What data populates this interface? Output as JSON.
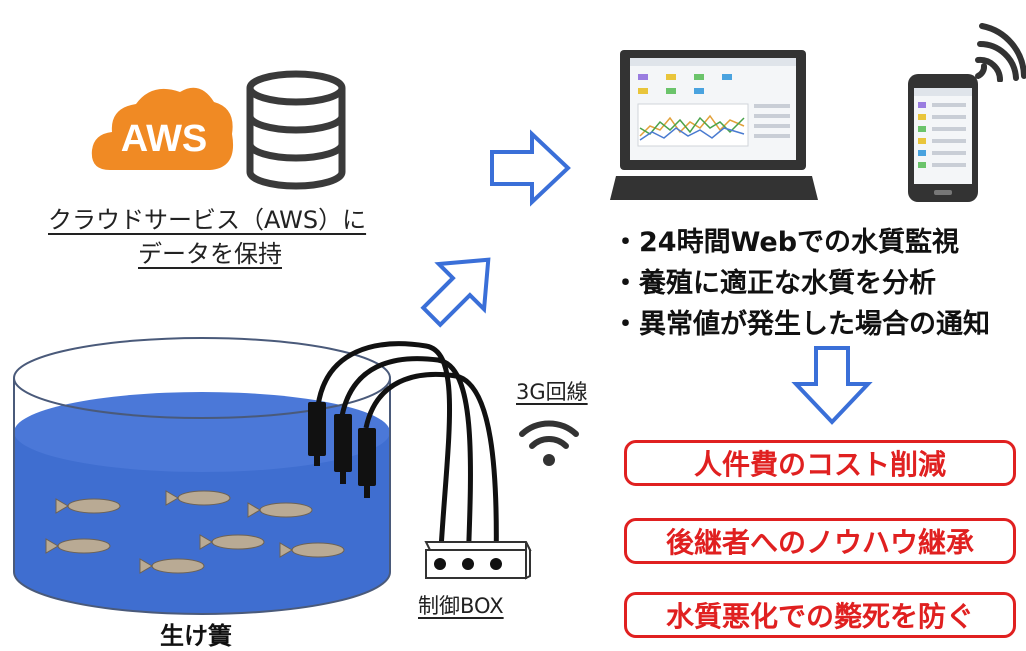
{
  "cloud": {
    "aws_logo_text": "AWS",
    "caption_line1": "クラウドサービス（AWS）に",
    "caption_line2": "データを保持"
  },
  "features": [
    "・24時間Webでの水質監視",
    "・養殖に適正な水質を分析",
    "・異常値が発生した場合の通知"
  ],
  "benefits": [
    "人件費のコスト削減",
    "後継者へのノウハウ継承",
    "水質悪化での斃死を防ぐ"
  ],
  "network_label": "3G回線",
  "control_box_label": "制御BOX",
  "pen_label": "生け簀",
  "colors": {
    "aws_orange": "#f08a24",
    "arrow_blue": "#3a6fd8",
    "water_blue": "#3f6ed0",
    "alert_red": "#e02020"
  }
}
